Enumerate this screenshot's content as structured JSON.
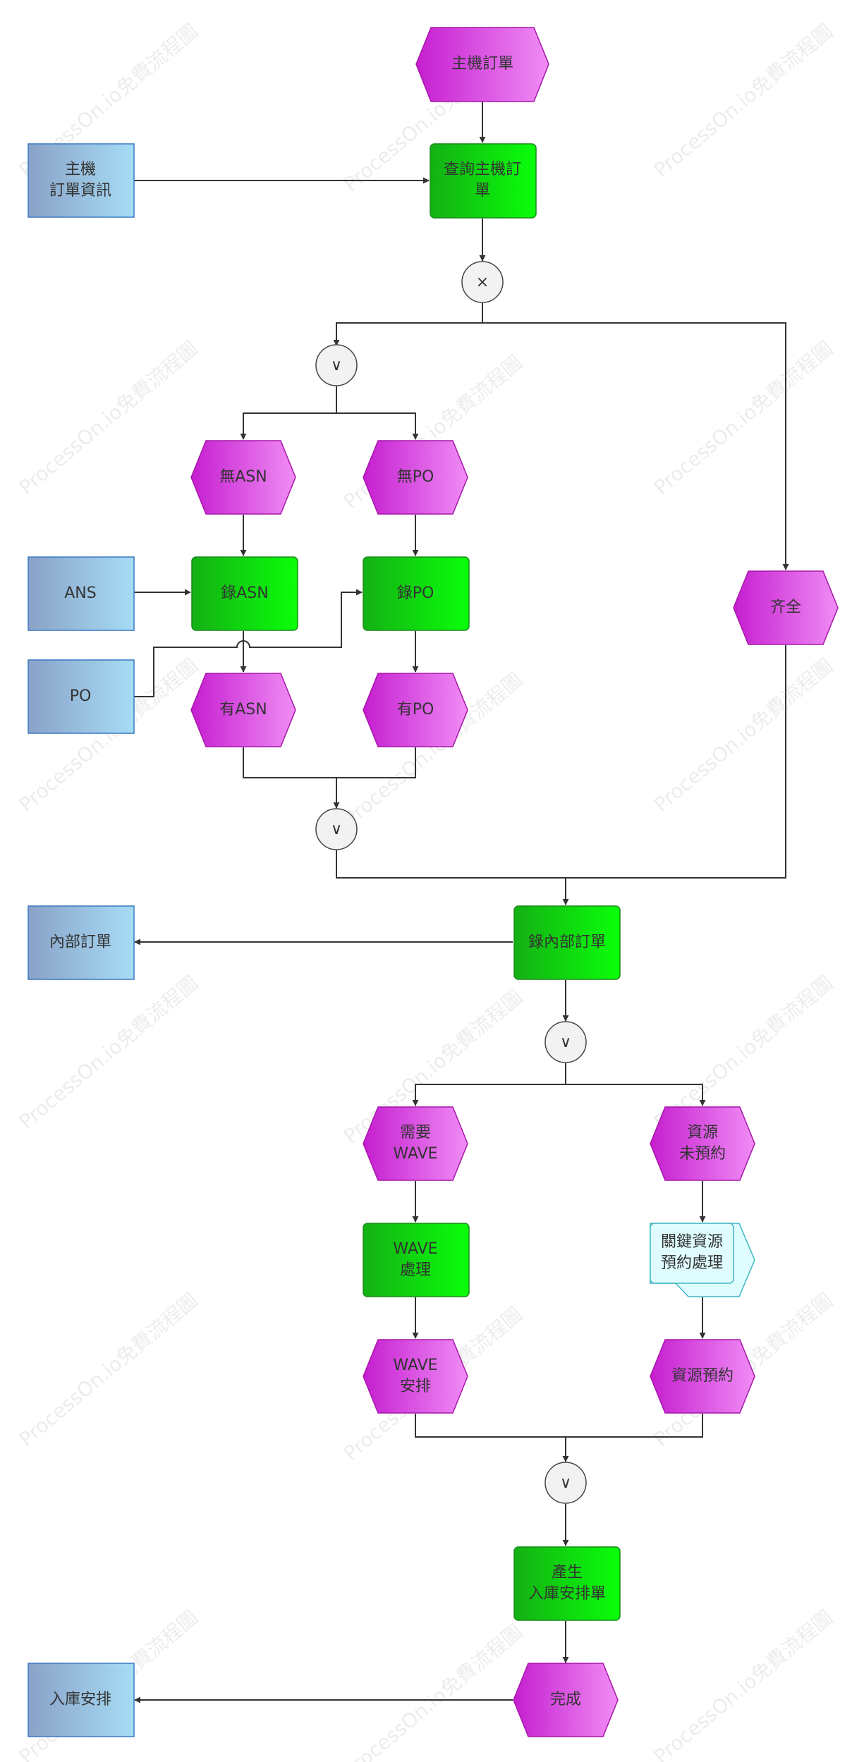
{
  "watermark": "ProcessOn.io免費流程圖",
  "events": {
    "host_order": "主機訂單",
    "no_asn": "無ASN",
    "no_po": "無PO",
    "complete": "齐全",
    "has_asn": "有ASN",
    "has_po": "有PO",
    "need_wave": "需要\nWAVE",
    "resource_unreserved": "資源\n未預約",
    "wave_arranged": "WAVE\n安排",
    "resource_reserved": "資源預約",
    "done": "完成"
  },
  "functions": {
    "query_host_order": "查詢主機訂\n單",
    "record_asn": "錄ASN",
    "record_po": "錄PO",
    "record_internal_order": "錄內部訂單",
    "wave_processing": "WAVE\n處理",
    "generate_arrangement": "產生\n入庫安排單"
  },
  "info_objects": {
    "host_order_info": "主機\n訂單資訊",
    "ans": "ANS",
    "po": "PO",
    "internal_order": "內部訂單",
    "inbound_arrangement": "入庫安排"
  },
  "subprocess": {
    "key_resource_reservation": "關鍵資源\n預約處理"
  },
  "connectors": {
    "xor": "×",
    "or": "∨"
  },
  "colors": {
    "event_light": "#f08cf5",
    "event_dark": "#c51ed0",
    "event_stroke": "#a617a8",
    "function_light": "#0aff0a",
    "function_dark": "#14b014",
    "function_stroke": "#1a8a1a",
    "info_light": "#a6dcf5",
    "info_dark": "#8aa2c8",
    "info_stroke": "#3a79c4",
    "subprocess_fill": "#dffcff",
    "subprocess_stroke": "#3fb6c2",
    "connector_fill": "#f2f2f2",
    "connector_stroke": "#444444",
    "edge": "#333333"
  }
}
